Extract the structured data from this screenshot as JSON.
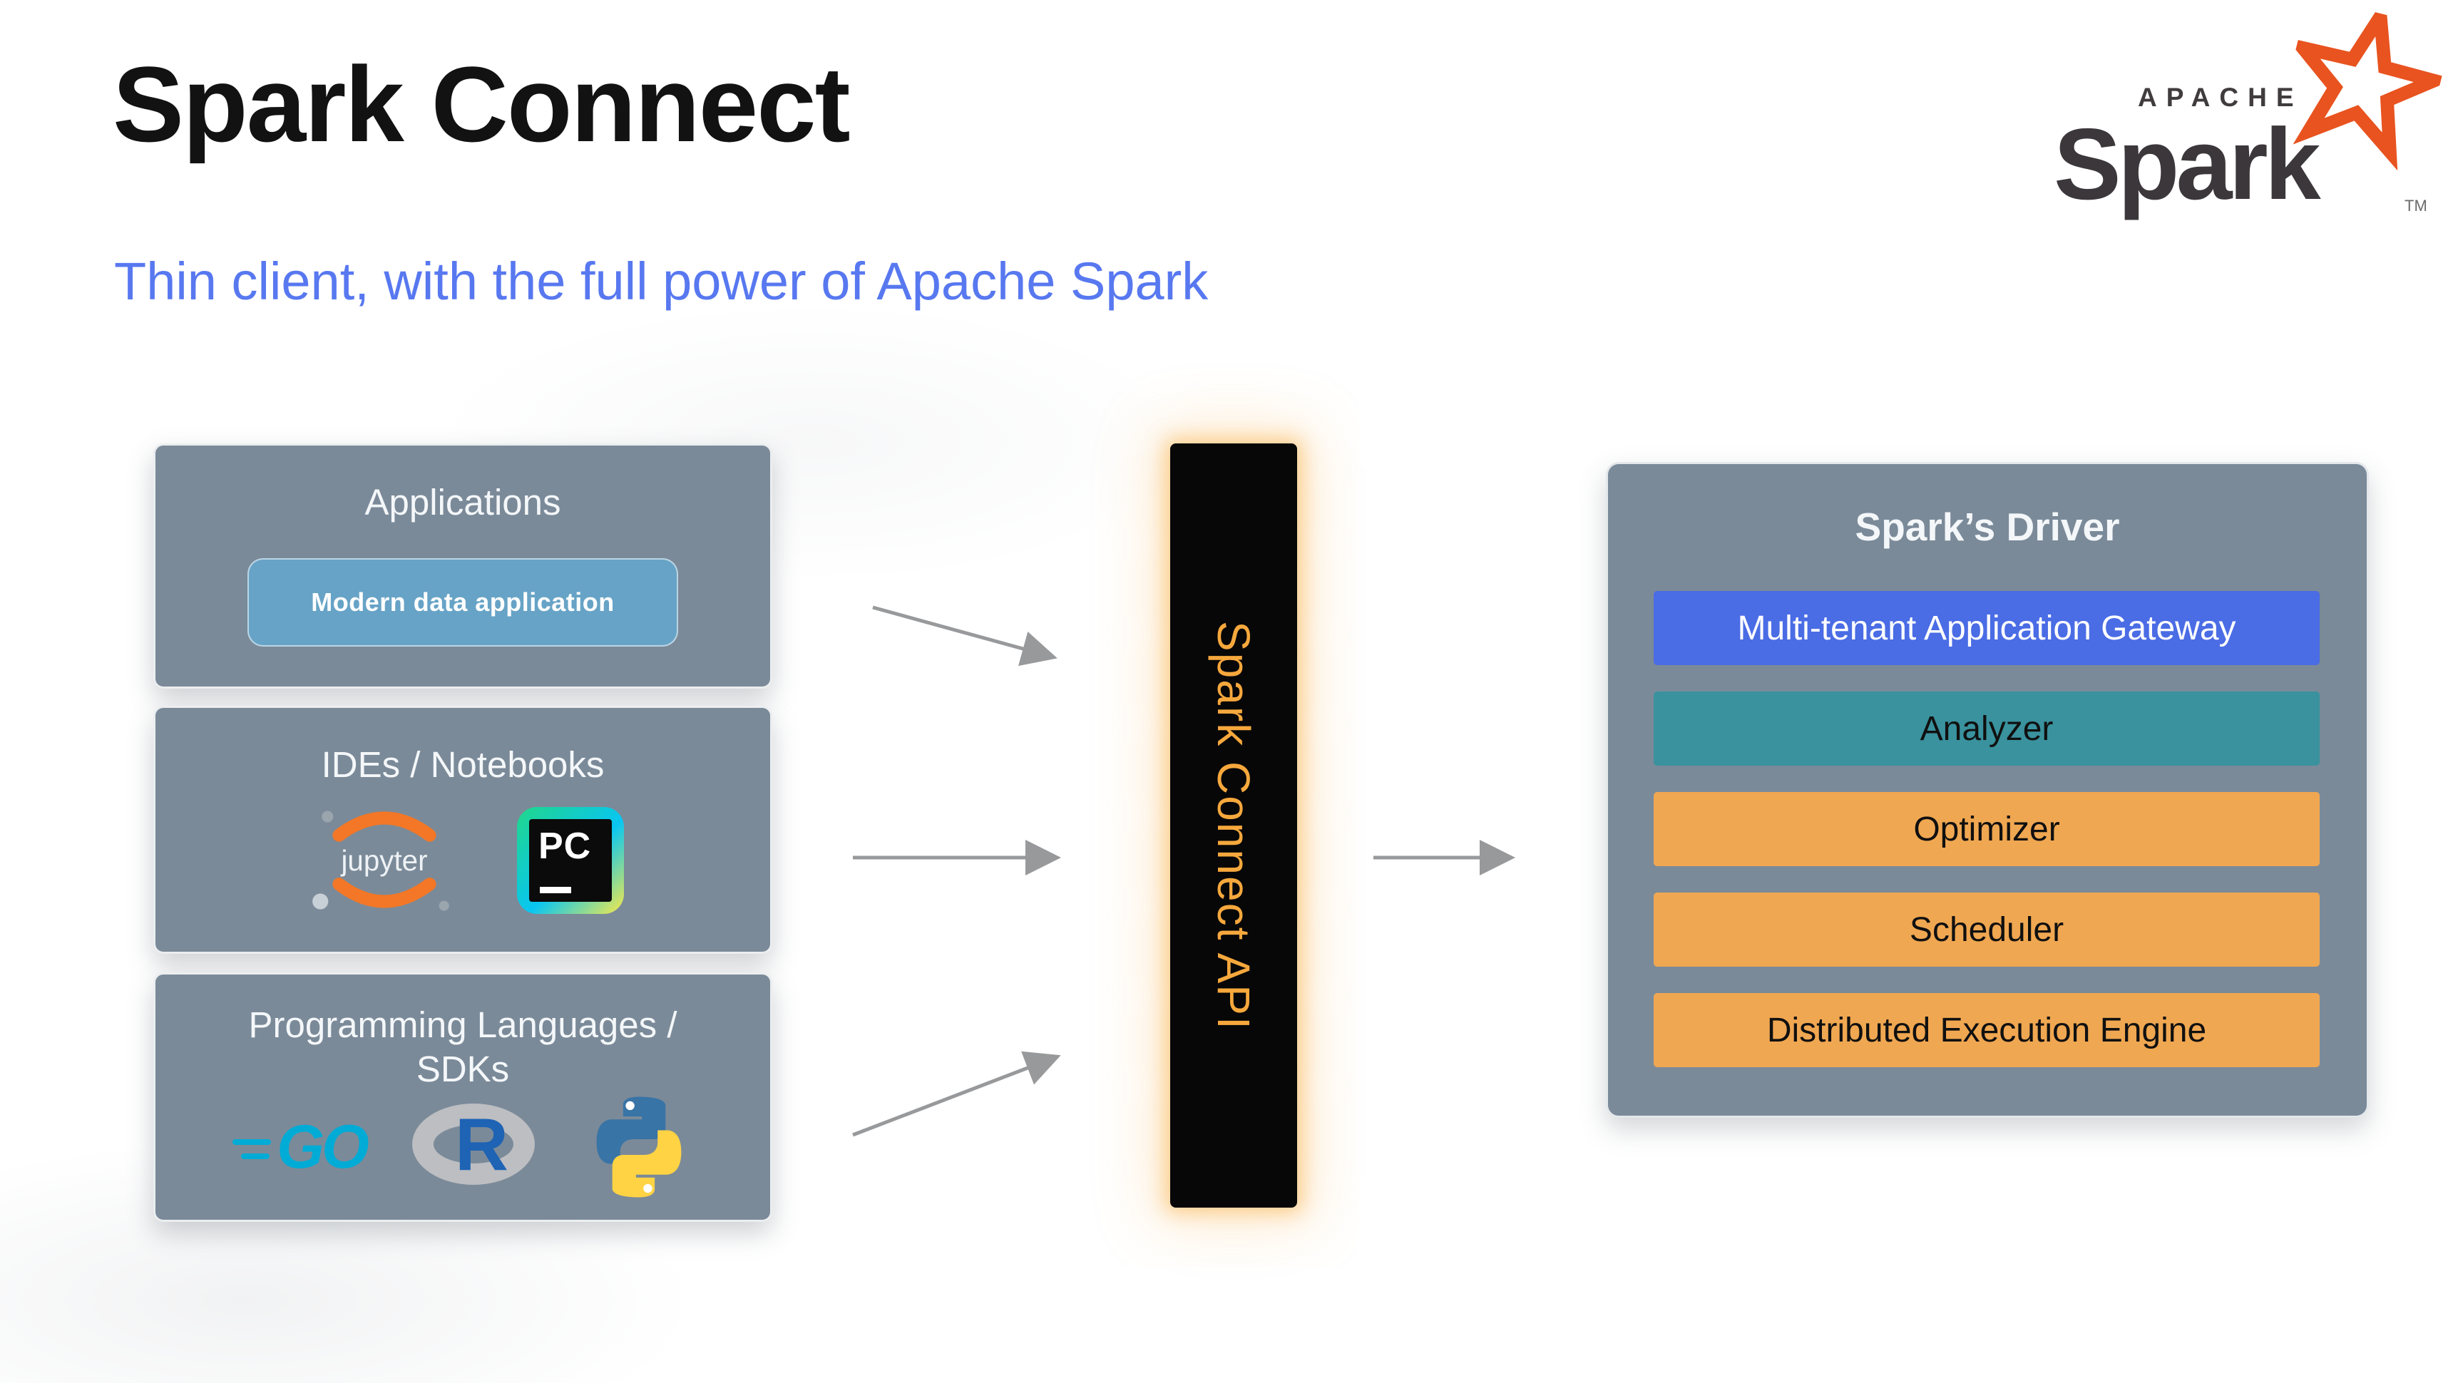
{
  "slide": {
    "title": "Spark Connect",
    "subtitle": "Thin client, with the full power of Apache Spark"
  },
  "logo": {
    "apache": "APACHE",
    "spark": "Spark",
    "tm": "TM"
  },
  "sources": {
    "applications": {
      "title": "Applications",
      "button_label": "Modern data application"
    },
    "ides": {
      "title": "IDEs / Notebooks",
      "jupyter_label": "jupyter",
      "pycharm_label": "PC"
    },
    "languages": {
      "title_line1": "Programming Languages /",
      "title_line2": "SDKs",
      "go_label": "GO",
      "r_label": "R"
    }
  },
  "connect_bar": {
    "label": "Spark Connect API",
    "text_color": "#f6a83d",
    "background": "#070707",
    "glow_color": "#f9ad3e"
  },
  "driver": {
    "title": "Spark’s Driver",
    "layers": [
      {
        "label": "Multi-tenant Application Gateway",
        "color": "#4a6ce5",
        "text_color": "#ffffff"
      },
      {
        "label": "Analyzer",
        "color": "#39929e",
        "text_color": "#101010"
      },
      {
        "label": "Optimizer",
        "color": "#f0a751",
        "text_color": "#101010"
      },
      {
        "label": "Scheduler",
        "color": "#f0a751",
        "text_color": "#101010"
      },
      {
        "label": "Distributed Execution Engine",
        "color": "#f0a751",
        "text_color": "#101010"
      }
    ]
  },
  "colors": {
    "subtitle_blue": "#5878f0",
    "panel_gray": "#7b8a99",
    "app_button_blue": "#67a3c6",
    "arrow_gray": "#98999b",
    "spark_star_orange": "#e8531f",
    "jupyter_orange": "#f37726",
    "go_blue": "#00abd6",
    "r_blue": "#1e63b4",
    "python_blue": "#3874a6",
    "python_yellow": "#ffd343"
  }
}
